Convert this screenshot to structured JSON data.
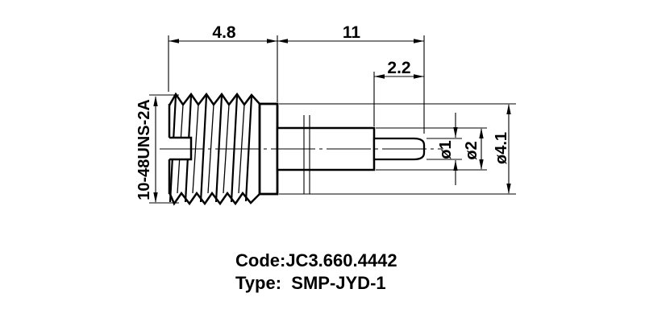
{
  "dimensions": {
    "thread_length": "4.8",
    "body_length": "11",
    "pin_length": "2.2",
    "thread_spec": "10-48UNS-2A",
    "pin_diameter": "ø1",
    "body_diameter": "ø2",
    "flange_diameter": "ø4.1"
  },
  "footer": {
    "code": "Code:JC3.660.4442",
    "type": "Type:  SMP-JYD-1"
  },
  "colors": {
    "line": "#000000",
    "background": "#ffffff"
  }
}
